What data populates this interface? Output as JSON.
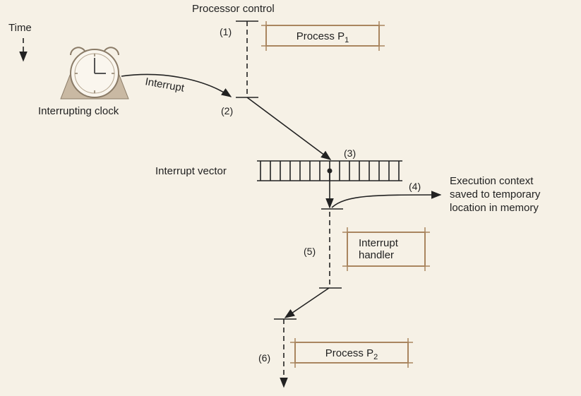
{
  "time_label": "Time",
  "processor_control_label": "Processor control",
  "clock_label": "Interrupting clock",
  "interrupt_arrow_label": "Interrupt",
  "interrupt_vector_label": "Interrupt vector",
  "step_labels": [
    "(1)",
    "(2)",
    "(3)",
    "(4)",
    "(5)",
    "(6)"
  ],
  "process_p1": {
    "name": "Process P",
    "sub": "1"
  },
  "interrupt_handler": {
    "line1": "Interrupt",
    "line2": "handler"
  },
  "process_p2": {
    "name": "Process P",
    "sub": "2"
  },
  "context_saved": {
    "line1": "Execution context",
    "line2": "saved to temporary",
    "line3": "location in memory"
  },
  "colors": {
    "box_border": "#a9855f",
    "background": "#f6f1e6",
    "clock_base": "#c9b9a3"
  }
}
